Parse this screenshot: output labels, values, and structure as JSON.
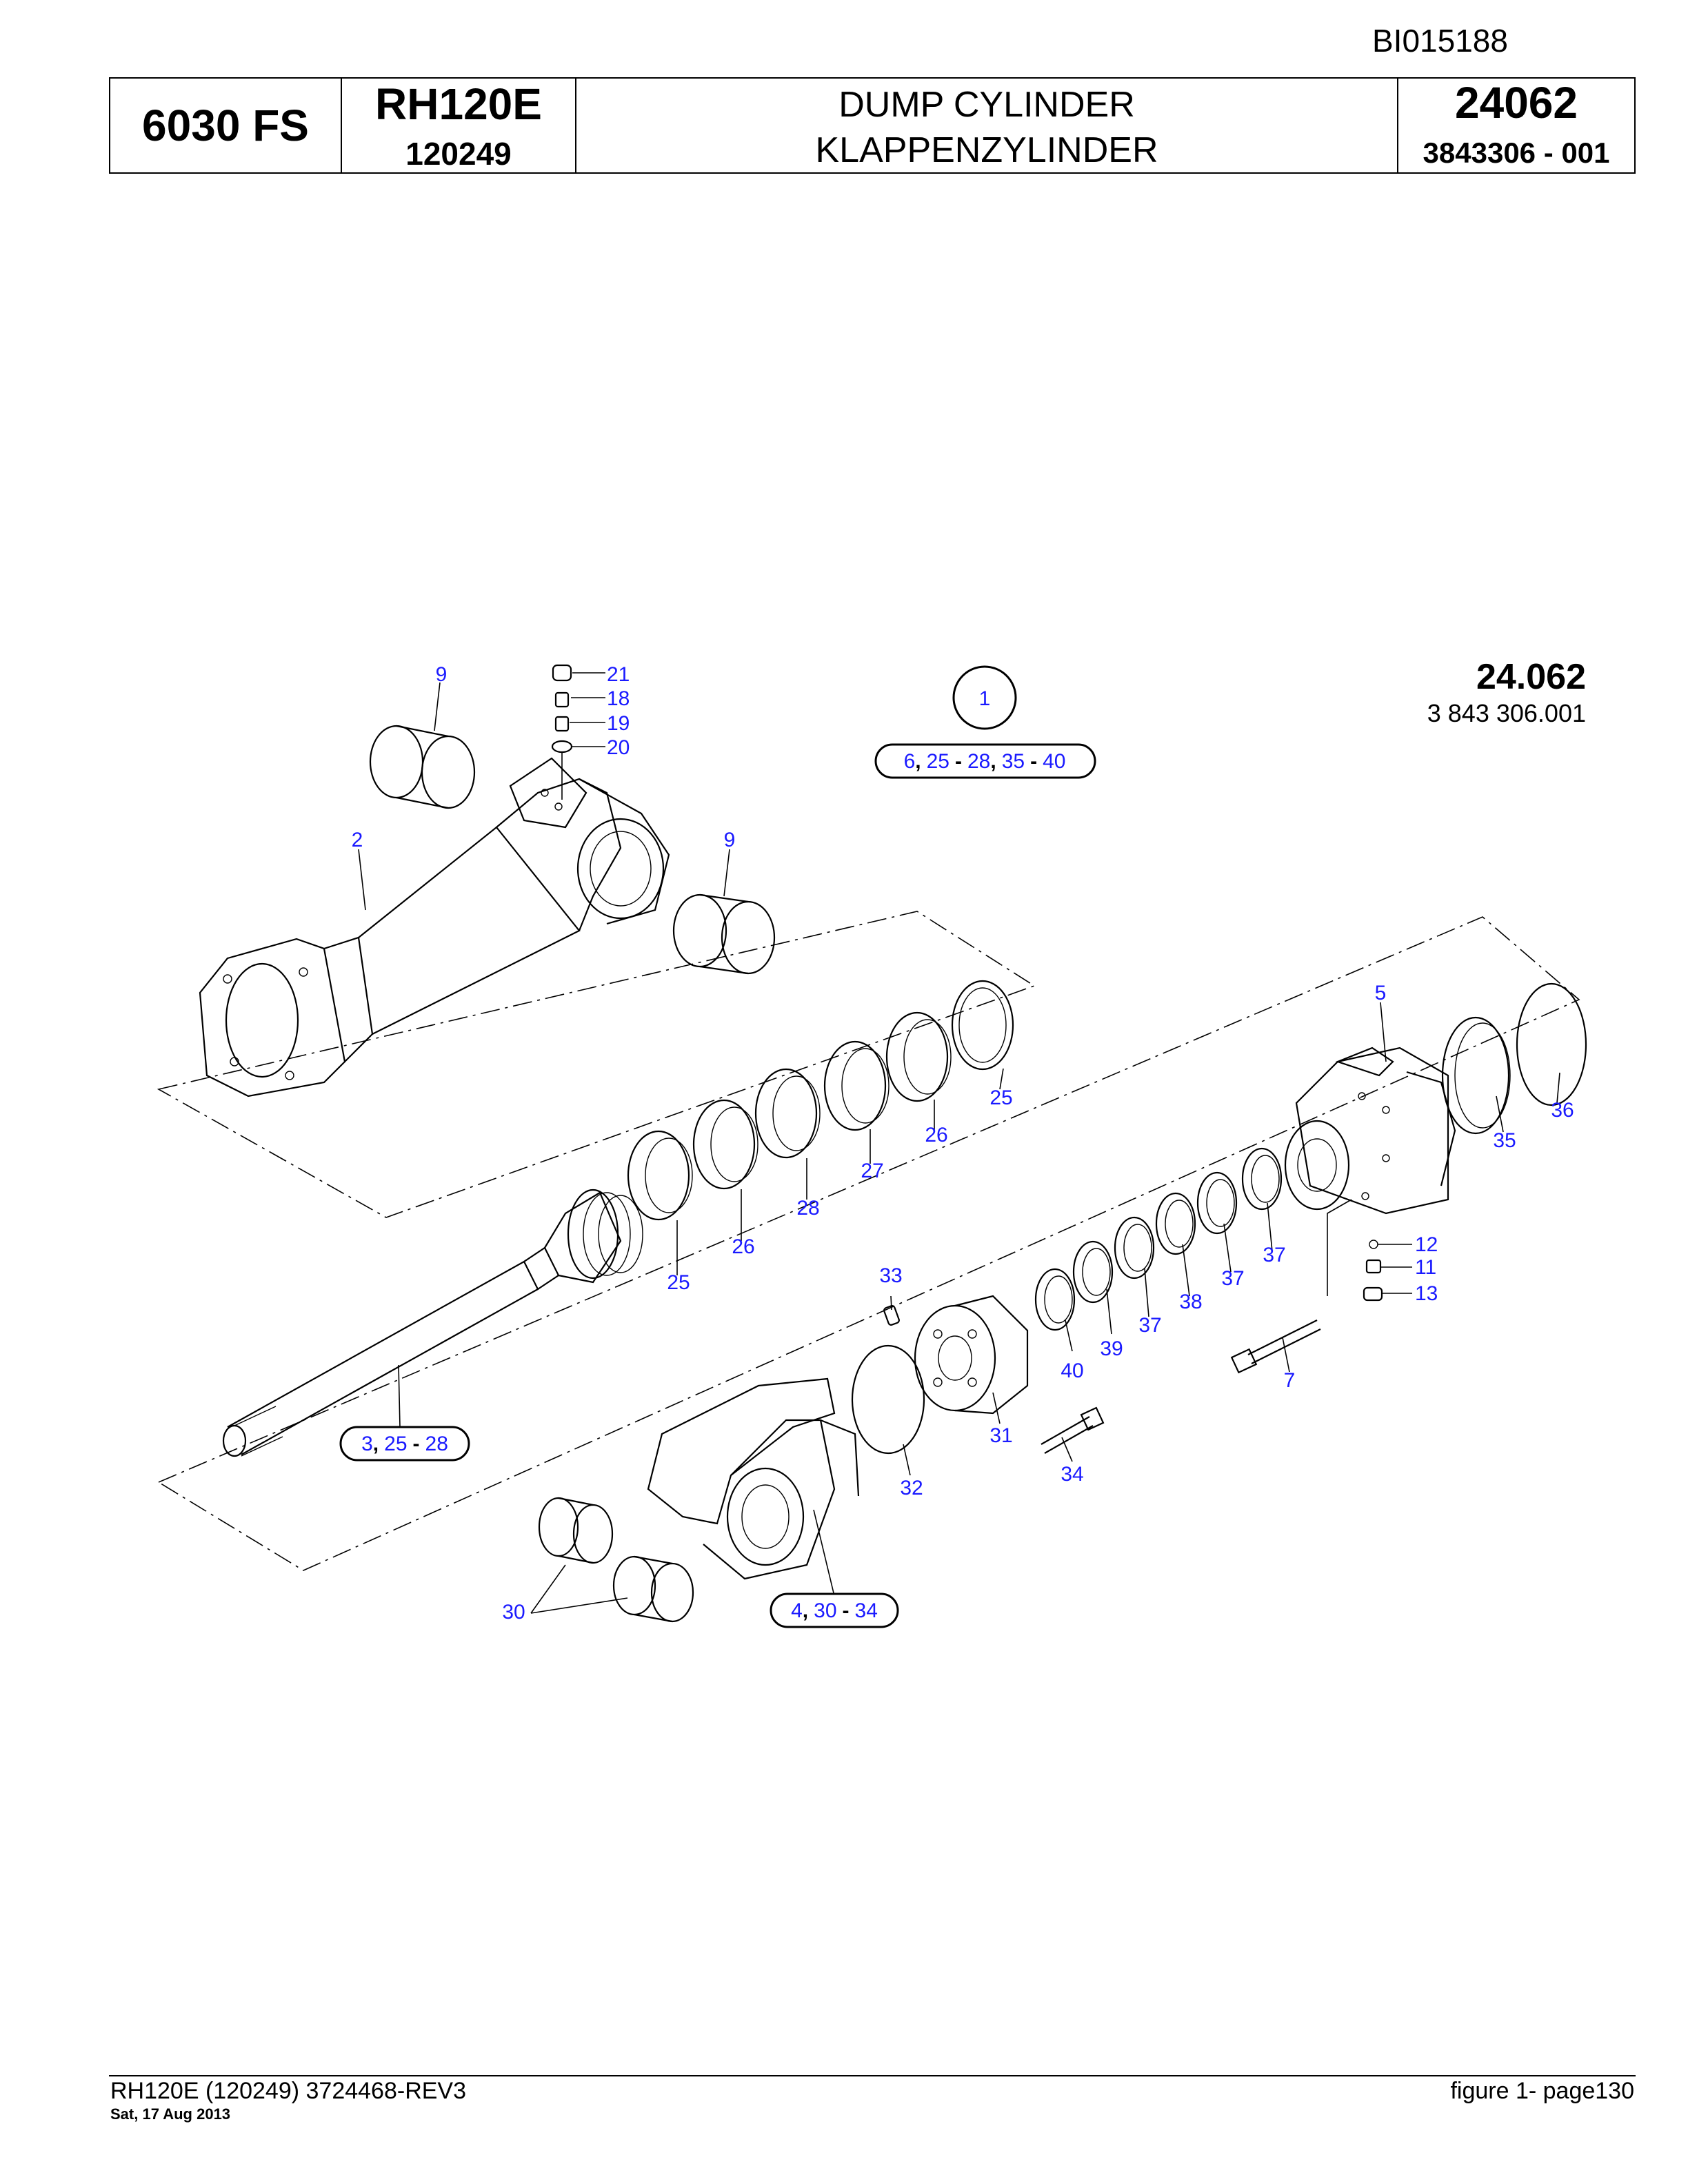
{
  "header": {
    "doc_id": "BI015188",
    "model": "6030 FS",
    "machine": "RH120E",
    "serial": "120249",
    "title_en": "DUMP CYLINDER",
    "title_de": "KLAPPENZYLINDER",
    "figure_code": "24062",
    "part_number": "3843306  - 001"
  },
  "figure": {
    "number": "24.062",
    "part_ref": "3 843 306.001"
  },
  "callouts": {
    "c1": "1",
    "c2": "2",
    "c5": "5",
    "c7": "7",
    "c9a": "9",
    "c9b": "9",
    "c11": "11",
    "c12": "12",
    "c13": "13",
    "c18": "18",
    "c19": "19",
    "c20": "20",
    "c21": "21",
    "c25a": "25",
    "c25b": "25",
    "c26a": "26",
    "c26b": "26",
    "c27": "27",
    "c28": "28",
    "c30": "30",
    "c31": "31",
    "c32": "32",
    "c33": "33",
    "c34": "34",
    "c35": "35",
    "c36": "36",
    "c37a": "37",
    "c37b": "37",
    "c37c": "37",
    "c38": "38",
    "c39": "39",
    "c40": "40"
  },
  "groups": {
    "g1": {
      "a": "6",
      "sep1": ",",
      "b": "25",
      "dash1": "-",
      "c": "28",
      "sep2": ",",
      "d": "35",
      "dash2": "-",
      "e": "40"
    },
    "g3": {
      "a": "3",
      "sep1": ",",
      "b": "25",
      "dash1": "-",
      "c": "28"
    },
    "g4": {
      "a": "4",
      "sep1": ",",
      "b": "30",
      "dash1": "-",
      "c": "34"
    }
  },
  "footer": {
    "left": "RH120E (120249) 3724468-REV3",
    "date": "Sat, 17 Aug 2013",
    "right": "figure  1- page130"
  }
}
